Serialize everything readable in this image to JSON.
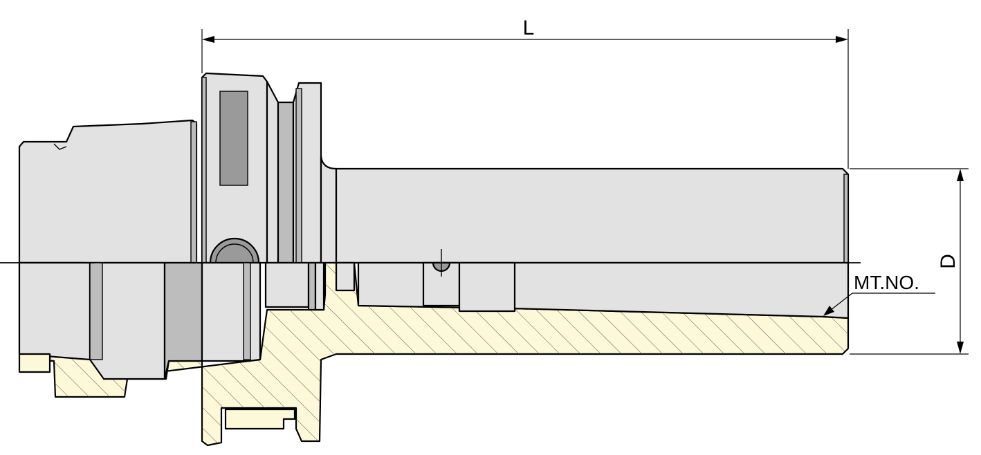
{
  "diagram": {
    "labels": {
      "length": "L",
      "diameter": "D",
      "taper": "MT.NO."
    },
    "colors": {
      "body": "#e2e2e2",
      "shade": "#bdbdbd",
      "dark": "#9a9a9a",
      "section": "#fcf8d8",
      "outline": "#000000"
    }
  }
}
